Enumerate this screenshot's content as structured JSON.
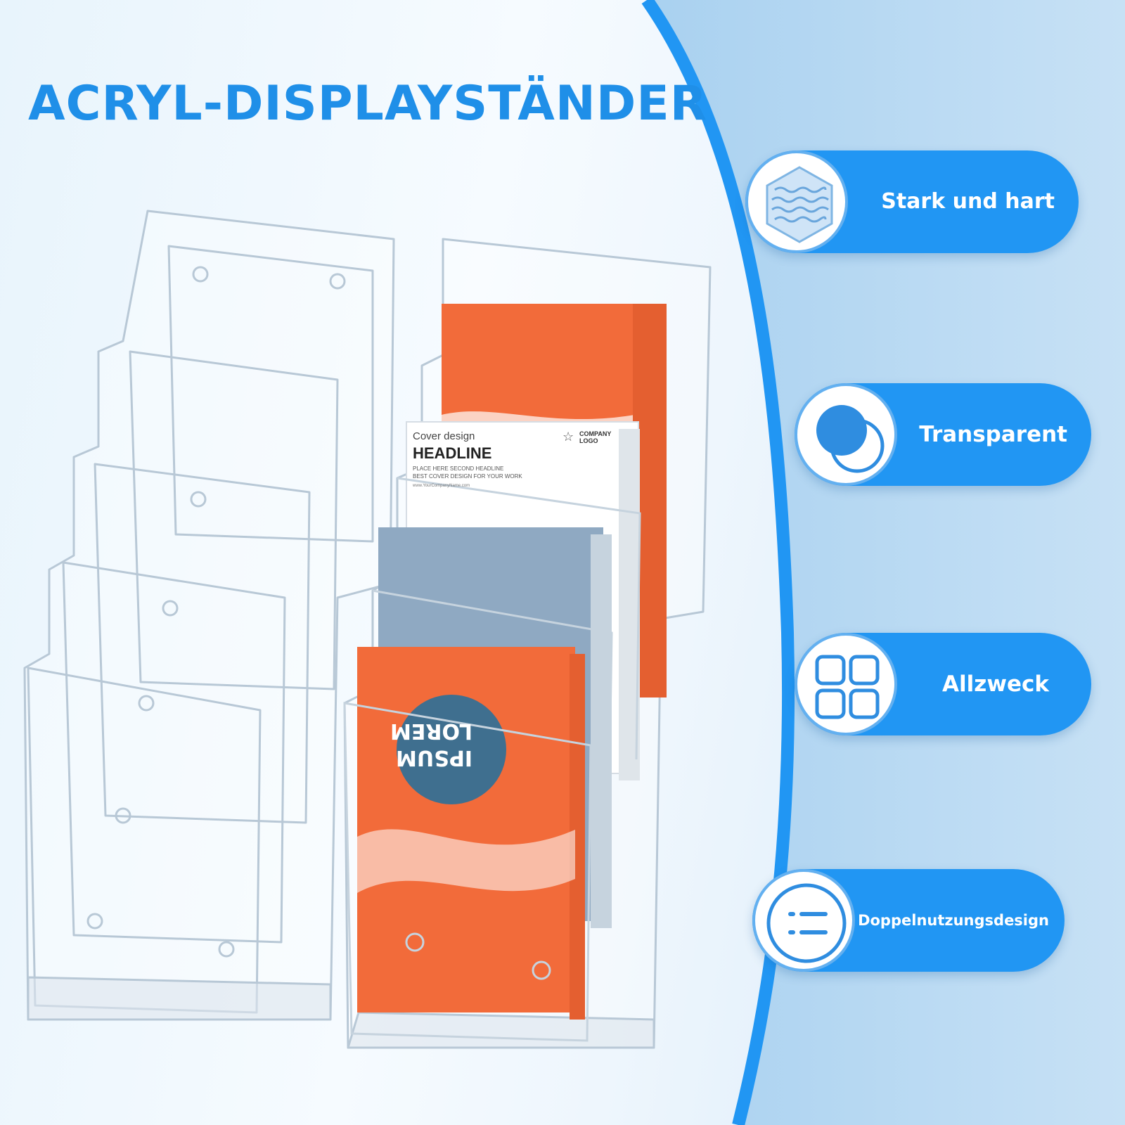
{
  "headline": "ACRYL-DISPLAYSTÄNDER",
  "features": [
    {
      "label": "Stark und hart",
      "icon": "hexagon-texture-icon"
    },
    {
      "label": "Transparent",
      "icon": "overlapping-circles-icon"
    },
    {
      "label": "Allzweck",
      "icon": "grid-icon"
    },
    {
      "label": "Doppelnutzungsdesign",
      "icon": "list-icon"
    }
  ],
  "brochures": {
    "cover_design": "Cover design",
    "headline": "HEADLINE",
    "second_headline": "PLACE HERE SECOND HEADLINE",
    "best_cover": "BEST COVER DESIGN FOR YOUR WORK",
    "website": "www.YourCompanyName.com",
    "company": "COMPANY",
    "logo": "LOGO",
    "lorem": "LOREM",
    "ipsum": "IPSUM"
  },
  "colors": {
    "accent": "#2196f3",
    "headline": "#1f8fe8",
    "brochure_orange": "#f26b3a",
    "brochure_slate": "#8fa9c2",
    "circle_navy": "#3f6f8f"
  }
}
